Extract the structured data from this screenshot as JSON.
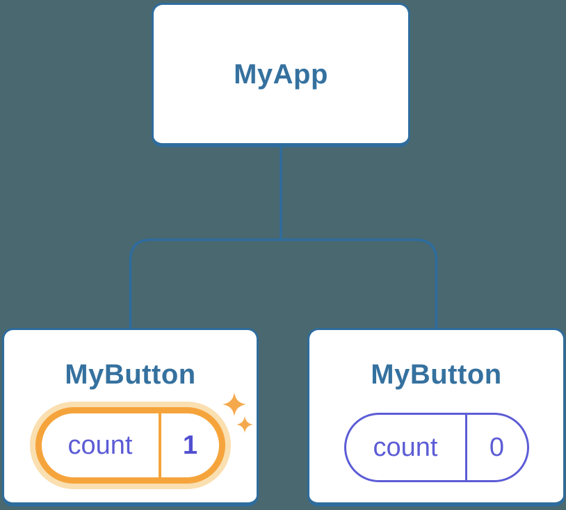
{
  "diagram": {
    "root": {
      "label": "MyApp"
    },
    "children": [
      {
        "label": "MyButton",
        "state": {
          "key": "count",
          "value": "1"
        },
        "highlighted": true
      },
      {
        "label": "MyButton",
        "state": {
          "key": "count",
          "value": "0"
        },
        "highlighted": false
      }
    ],
    "colors": {
      "background": "#4A6870",
      "node_border": "#2E6C9D",
      "node_title_text": "#35719F",
      "state_text": "#5C5CD6",
      "state_value_highlighted_text": "#514FD0",
      "highlight_border": "#F5A43C",
      "highlight_glow": "#FADFB0",
      "sparkle": "#F5A94C"
    }
  }
}
